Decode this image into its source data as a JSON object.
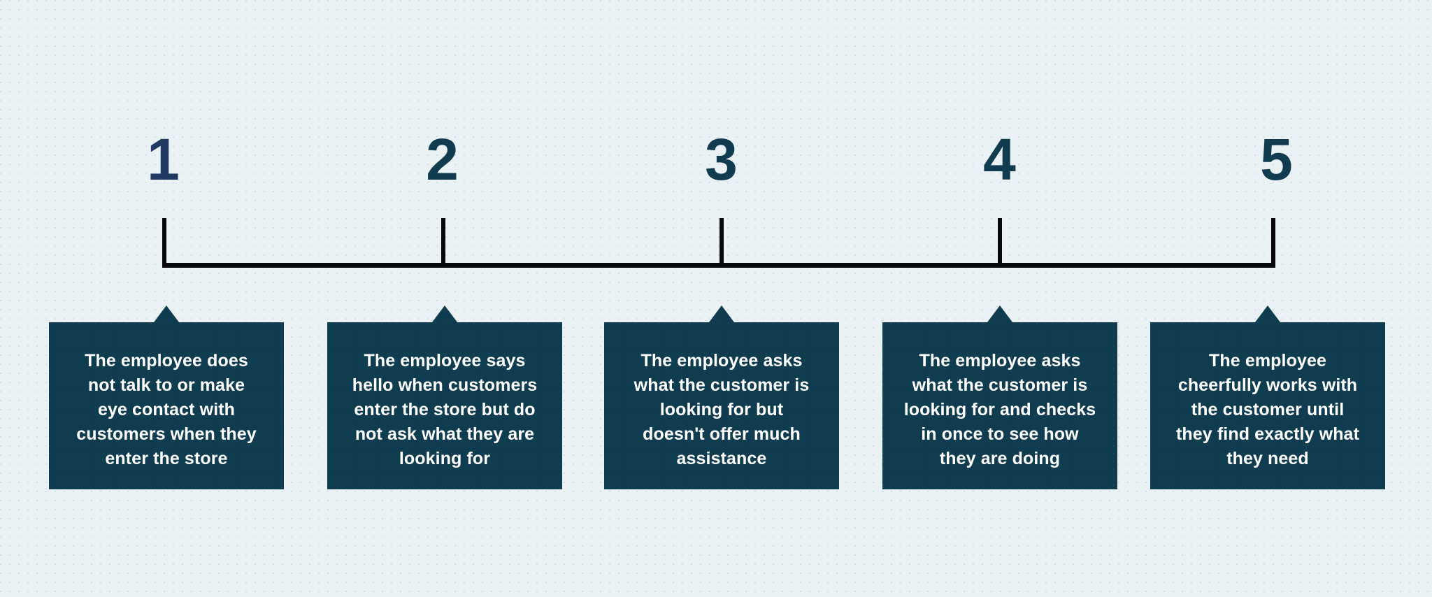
{
  "graphic": {
    "type": "rating-scale-rubric",
    "background_color": "#eaf2f5",
    "card_fill_color": "#103c50",
    "card_text_color": "#ffffff",
    "axis_color": "#08090b",
    "number_color": "#113c50",
    "first_number_color": "#203a63"
  },
  "scale": {
    "points": [
      {
        "number": "1",
        "description": "The employee does\nnot  talk to or make\neye contact with\ncustomers when they\nenter the store"
      },
      {
        "number": "2",
        "description": "The employee says\nhello when customers\nenter the store but do\nnot ask what they are\nlooking for"
      },
      {
        "number": "3",
        "description": "The employee asks\nwhat the customer is\nlooking for but\ndoesn't  offer much\nassistance"
      },
      {
        "number": "4",
        "description": "The employee asks\nwhat the customer is\nlooking for and checks\nin once to see how\nthey are doing"
      },
      {
        "number": "5",
        "description": "The employee\ncheerfully works with\nthe customer until\nthey find exactly what\nthey need"
      }
    ]
  }
}
